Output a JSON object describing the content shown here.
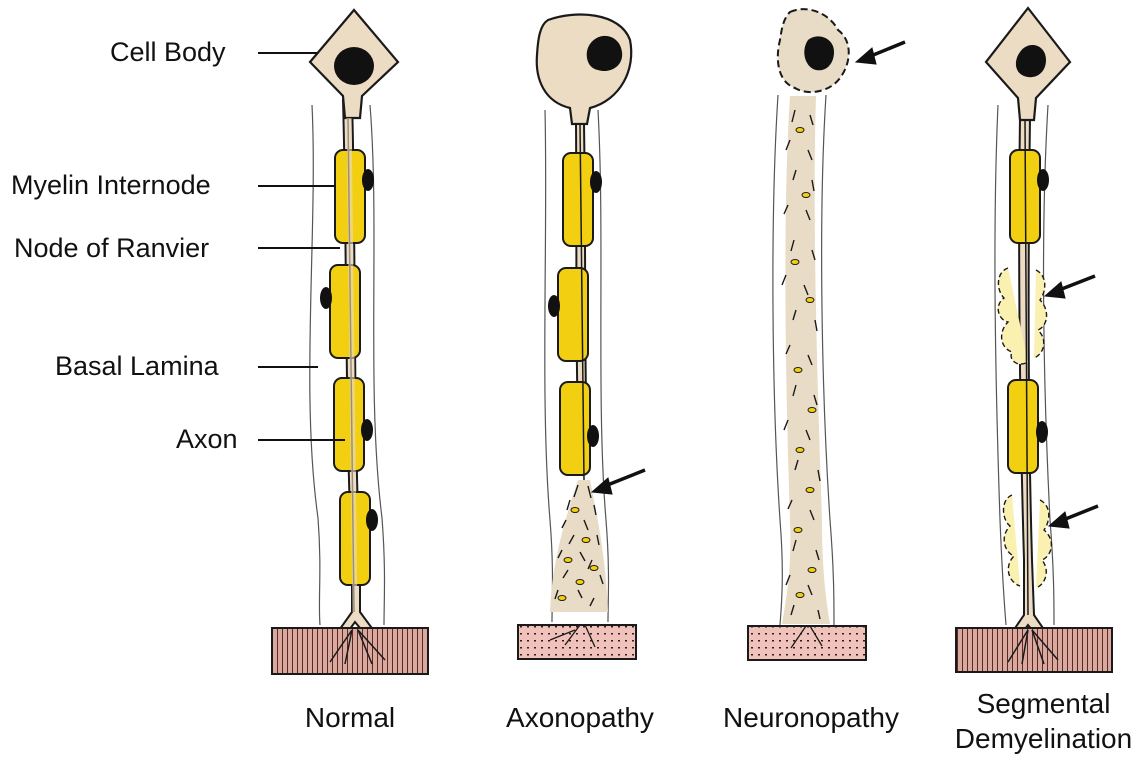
{
  "labels": {
    "cell_body": "Cell Body",
    "myelin_internode": "Myelin Internode",
    "node_of_ranvier": "Node of Ranvier",
    "basal_lamina": "Basal Lamina",
    "axon": "Axon"
  },
  "panels": [
    {
      "caption": "Normal"
    },
    {
      "caption": "Axonopathy"
    },
    {
      "caption": "Neuronopathy"
    },
    {
      "caption_line1": "Segmental",
      "caption_line2": "Demyelination"
    }
  ],
  "colors": {
    "soma": "#eddcc4",
    "myelin": "#f2cf10",
    "nucleus": "#111111",
    "muscle": "#d9a9a0",
    "debris": "#e9dcc6",
    "outline": "#1a1a1a"
  }
}
